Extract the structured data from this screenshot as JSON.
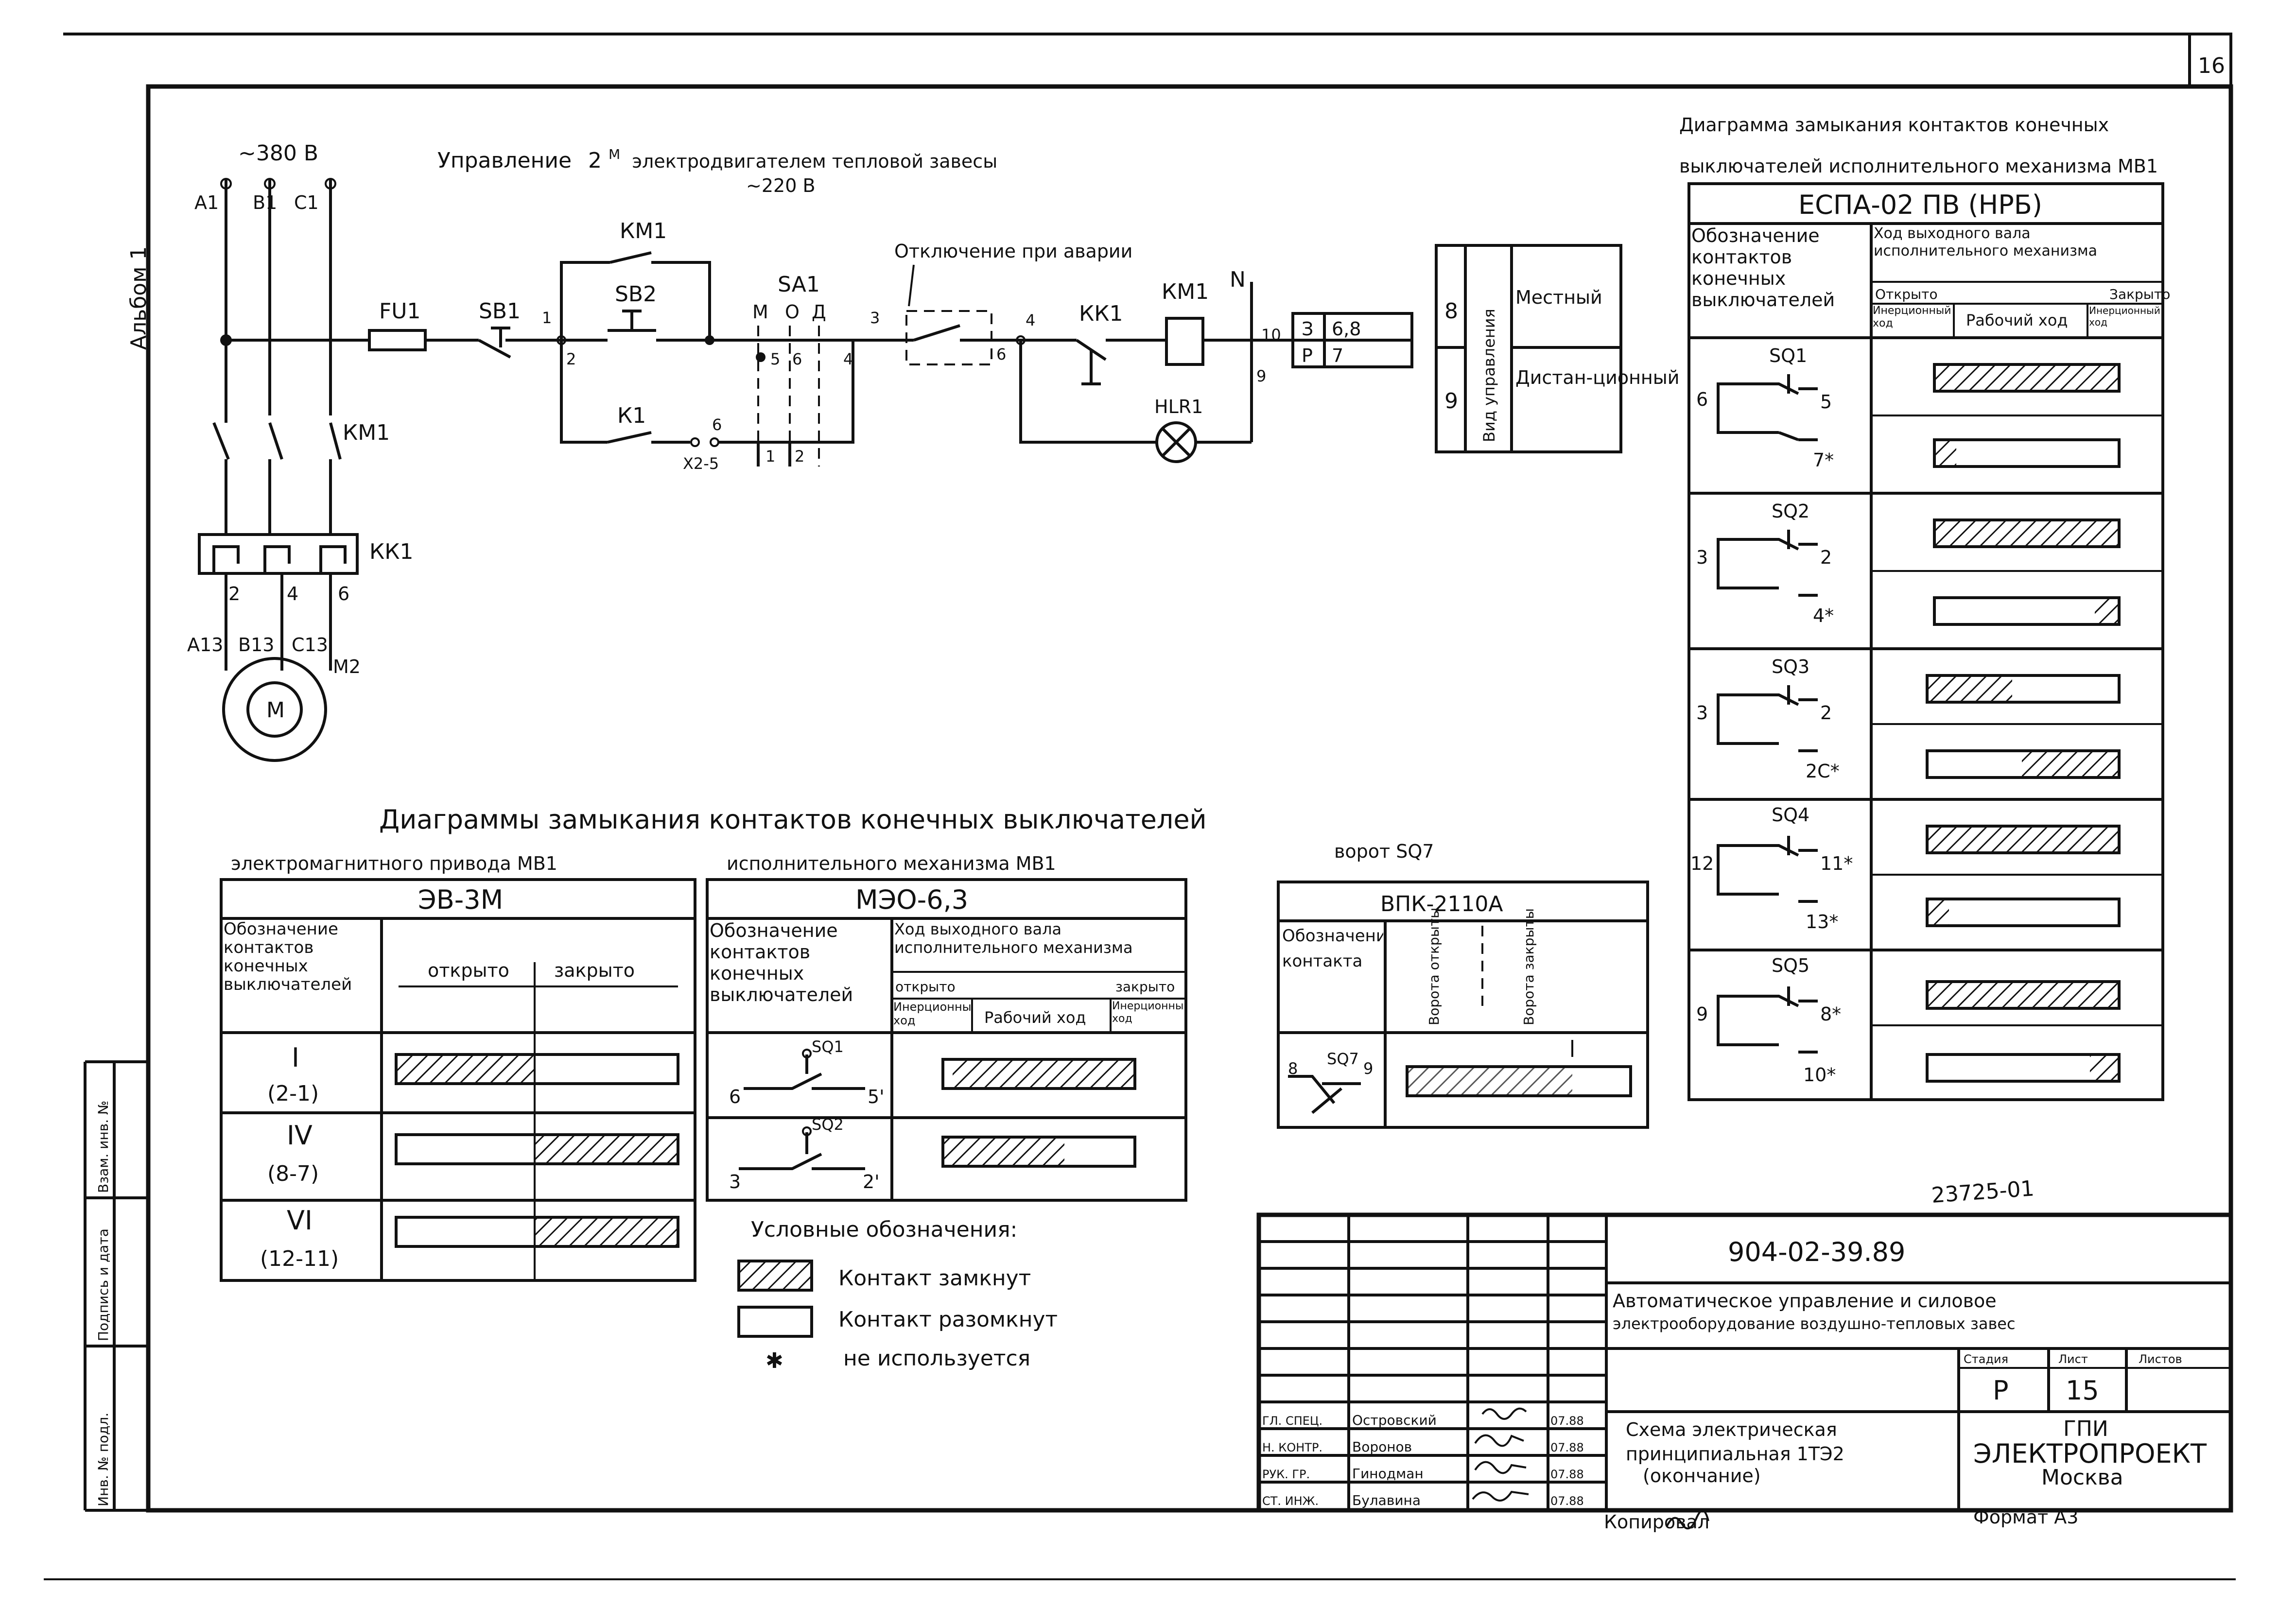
{
  "sheet": {
    "sheet_no": "16",
    "album": "Альбом 1",
    "copied_label": "Копировал",
    "format_label": "Формат А3",
    "handwritten_no": "23725-01"
  },
  "left_strip": {
    "inv": "Инв. № подл.",
    "sign": "Подпись и дата",
    "vzam": "Взам. инв. №"
  },
  "power": {
    "voltage": "~380 В",
    "phases": [
      "А1",
      "В1",
      "С1"
    ],
    "contactor": "КМ1",
    "relay": "КК1",
    "terminals": [
      "2",
      "4",
      "6"
    ],
    "motor_wires": [
      "А13",
      "В13",
      "С13"
    ],
    "motor_label": "М2",
    "motor_symbol": "М"
  },
  "control": {
    "title": "Управление",
    "title_sup": "2",
    "title_m": "М",
    "title_rest": "электродвигателем тепловой завесы",
    "voltage": "~220 В",
    "fuse": "FU1",
    "sb1": "SB1",
    "sb2": "SB2",
    "km1_top": "КМ1",
    "k1": "К1",
    "sa1": "SA1",
    "sa1_modes": [
      "М",
      "О",
      "Д"
    ],
    "emergency": "Отключение при аварии",
    "kk1": "КК1",
    "km1_coil": "КМ1",
    "hl": "HLR1",
    "n": "N",
    "x25": "Х2-5",
    "nodes": [
      "1",
      "2",
      "3",
      "4",
      "5",
      "6",
      "6",
      "4",
      "6",
      "10",
      "9",
      "1",
      "2"
    ]
  },
  "small_table": {
    "rows": [
      [
        "З",
        "6,8"
      ],
      [
        "Р",
        "7"
      ]
    ]
  },
  "mode_table": {
    "vert_label": "Вид управления",
    "rows": [
      {
        "num": "8",
        "label": "Местный"
      },
      {
        "num": "9",
        "label": "Дистан-ционный"
      }
    ]
  },
  "diagrams_title": "Диаграммы замыкания контактов конечных выключателей",
  "ev3m": {
    "subtitle": "электромагнитного привода МВ1",
    "name": "ЭВ-3М",
    "col_header": "Обозначение контактов конечных выключателей",
    "open": "открыто",
    "closed": "закрыто",
    "rows": [
      {
        "num": "I",
        "pins": "(2-1)"
      },
      {
        "num": "IV",
        "pins": "(8-7)"
      },
      {
        "num": "VI",
        "pins": "(12-11)"
      }
    ]
  },
  "meo": {
    "subtitle": "исполнительного механизма МВ1",
    "name": "МЭО-6,3",
    "col_header": "Обозначение контактов конечных выключателей",
    "stroke_header": "Ход выходного вала исполнительного механизма",
    "open": "открыто",
    "closed": "закрыто",
    "inertial": "Инерционный ход",
    "working": "Рабочий ход",
    "rows": [
      {
        "name": "SQ1",
        "pins": [
          "6",
          "5'"
        ]
      },
      {
        "name": "SQ2",
        "pins": [
          "3",
          "2'"
        ]
      }
    ]
  },
  "vpk": {
    "subtitle": "ворот SQ7",
    "name": "ВПК-2110А",
    "col_header": "Обозначение контакта",
    "gate_open": "Ворота открыты",
    "gate_closed": "Ворота закрыты",
    "row": {
      "name": "SQ7",
      "pins": [
        "8",
        "9"
      ]
    }
  },
  "legend": {
    "title": "Условные обозначения:",
    "closed": "Контакт замкнут",
    "open": "Контакт разомкнут",
    "unused_mark": "✱",
    "unused": "не используется"
  },
  "espa": {
    "title_l1": "Диаграмма замыкания контактов конечных",
    "title_l2": "выключателей исполнительного механизма МВ1",
    "name": "ЕСПА-02 ПВ (НРБ)",
    "col_header": "Обозначение контактов конечных выключателей",
    "stroke_header": "Ход выходного вала исполнительного механизма",
    "open": "Открыто",
    "closed": "Закрыто",
    "inertial": "Инерционный ход",
    "working": "Рабочий ход",
    "rows": [
      {
        "name": "SQ1",
        "left": "6",
        "top": "5",
        "bottom": "7*"
      },
      {
        "name": "SQ2",
        "left": "3",
        "top": "2",
        "bottom": "4*"
      },
      {
        "name": "SQ3",
        "left": "3",
        "top": "2",
        "bottom": "2С*"
      },
      {
        "name": "SQ4",
        "left": "12",
        "top": "11*",
        "bottom": "13*"
      },
      {
        "name": "SQ5",
        "left": "9",
        "top": "8*",
        "bottom": "10*"
      }
    ]
  },
  "stamp": {
    "doc_no": "904-02-39.89",
    "desc_l1": "Автоматическое управление и силовое",
    "desc_l2": "электрооборудование воздушно-тепловых завес",
    "stage_h": "Стадия",
    "sheet_h": "Лист",
    "sheets_h": "Листов",
    "stage": "Р",
    "sheet": "15",
    "title_l1": "Схема электрическая",
    "title_l2": "принципиальная 1ТЭ2",
    "title_l3": "(окончание)",
    "org_l1": "ГПИ",
    "org_l2": "ЭЛЕКТРОПРОЕКТ",
    "org_l3": "Москва",
    "people": [
      {
        "role": "ГЛ. СПЕЦ.",
        "name": "Островский",
        "date": "07.88"
      },
      {
        "role": "Н. КОНТР.",
        "name": "Воронов",
        "date": "07.88"
      },
      {
        "role": "РУК. ГР.",
        "name": "Гинодман",
        "date": "07.88"
      },
      {
        "role": "СТ. ИНЖ.",
        "name": "Булавина",
        "date": "07.88"
      }
    ]
  }
}
